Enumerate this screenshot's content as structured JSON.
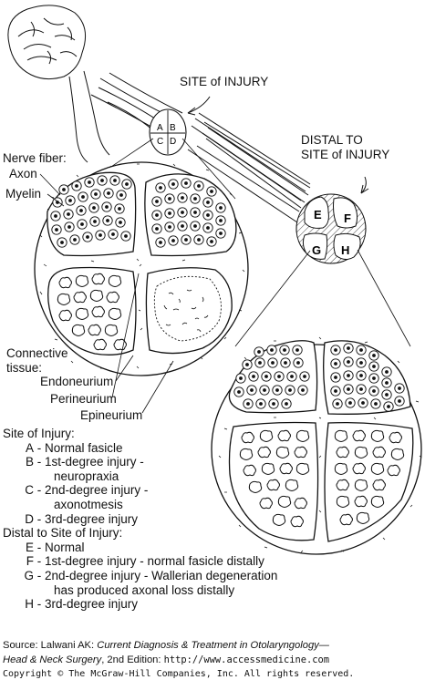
{
  "labels": {
    "site_of_injury": "SITE of INJURY",
    "distal_line1": "DISTAL TO",
    "distal_line2": "SITE of INJURY",
    "nerve_fiber": "Nerve fiber:",
    "axon": "Axon",
    "myelin": "Myelin",
    "connective": "Connective",
    "tissue": "tissue:",
    "endoneurium": "Endoneurium",
    "perineurium": "Perineurium",
    "epineurium": "Epineurium"
  },
  "section_letters": {
    "proximal": [
      "A",
      "B",
      "C",
      "D"
    ],
    "distal": [
      "E",
      "F",
      "G",
      "H"
    ]
  },
  "legend": {
    "site_heading": "Site of Injury:",
    "site_items": [
      {
        "key": "A",
        "text": "Normal fasicle"
      },
      {
        "key": "B",
        "text": "1st-degree injury -",
        "cont": "neuropraxia"
      },
      {
        "key": "C",
        "text": "2nd-degree injury -",
        "cont": "axonotmesis"
      },
      {
        "key": "D",
        "text": "3rd-degree injury"
      }
    ],
    "distal_heading": "Distal to Site of Injury:",
    "distal_items": [
      {
        "key": "E",
        "text": "Normal"
      },
      {
        "key": "F",
        "text": "1st-degree injury - normal fasicle distally"
      },
      {
        "key": "G",
        "text": "2nd-degree injury - Wallerian degeneration",
        "cont": "has produced axonal loss distally"
      },
      {
        "key": "H",
        "text": "3rd-degree injury"
      }
    ]
  },
  "source": {
    "prefix": "Source: Lalwani AK: ",
    "title_line1": "Current Diagnosis & Treatment in Otolaryngology—",
    "title_line2": "Head & Neck Surgery",
    "suffix": ", 2nd Edition: ",
    "url": "http://www.accessmedicine.com"
  },
  "copyright": "Copyright © The McGraw-Hill Companies, Inc. All rights reserved."
}
